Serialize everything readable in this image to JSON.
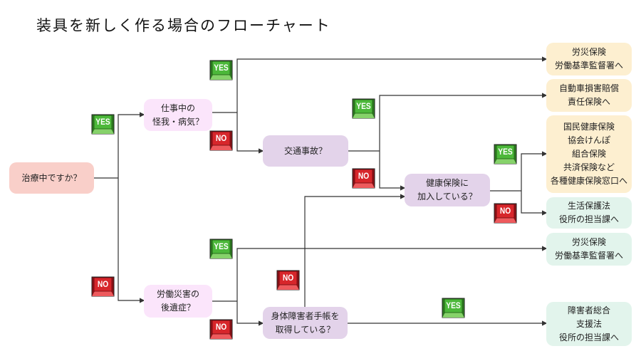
{
  "title": "装具を新しく作る場合のフローチャート",
  "nodes": {
    "start": "治療中ですか？",
    "work_injury": "仕事中の\n怪我・病気？",
    "traffic": "交通事故？",
    "health_ins": "健康保険に\n加入している？",
    "sequela": "労働災害の\n後遺症？",
    "disability_card": "身体障害者手帳を\n取得している？",
    "out_rosai_1": "労災保険\n労働基準監督署へ",
    "out_jibaiseki": "自動車損害賠償\n責任保険へ",
    "out_health": "国民健康保険\n協会けんぽ\n組合保険\n共済保険など\n各種健康保険窓口へ",
    "out_welfare": "生活保護法\n役所の担当課へ",
    "out_rosai_2": "労災保険\n労働基準監督署へ",
    "out_support": "障害者総合\n支援法\n役所の担当課へ"
  },
  "labels": {
    "yes": "YES",
    "no": "NO"
  },
  "colors": {
    "yes_badge": "#4cb83a",
    "no_badge": "#d7262b",
    "start_fill": "#f9cfc9",
    "question_fill": "#fbe5fb",
    "decision_fill": "#e3d3ea",
    "outcome_cream": "#fdefd0",
    "outcome_mint": "#e2f4ec"
  }
}
